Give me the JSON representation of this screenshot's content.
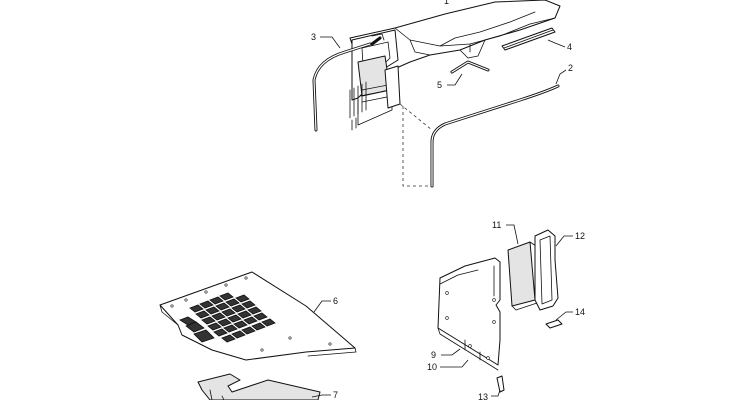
{
  "callouts": {
    "c1": "1",
    "c2": "2",
    "c3": "3",
    "c4": "4",
    "c5": "5",
    "c6": "6",
    "c7": "7",
    "c9": "9",
    "c10": "10",
    "c11": "11",
    "c12": "12",
    "c13": "13",
    "c14": "14"
  },
  "colors": {
    "ink": "#111111",
    "background": "#ffffff"
  }
}
